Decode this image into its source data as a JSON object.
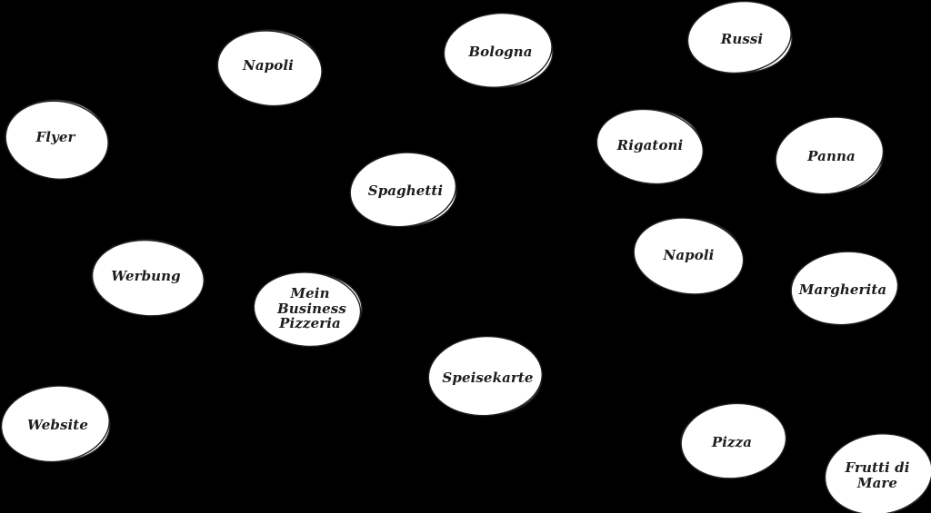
{
  "app": {
    "background_color": "#000000"
  },
  "diagram": {
    "type": "mindmap",
    "style": {
      "node_fill": "#ffffff",
      "node_stroke": "#222222",
      "label_color": "#1d1d1d",
      "background": "#000000"
    },
    "nodes": [
      {
        "label": "Napoli"
      },
      {
        "label": "Bologna"
      },
      {
        "label": "Russi"
      },
      {
        "label": "Flyer"
      },
      {
        "label": "Rigatoni"
      },
      {
        "label": "Panna"
      },
      {
        "label": "Spaghetti"
      },
      {
        "label": "Napoli"
      },
      {
        "label": "Werbung"
      },
      {
        "label": "Margherita"
      },
      {
        "label": "Mein Business Pizzeria"
      },
      {
        "label": "Speisekarte"
      },
      {
        "label": "Website"
      },
      {
        "label": "Pizza"
      },
      {
        "label": "Frutti di Mare"
      }
    ]
  }
}
